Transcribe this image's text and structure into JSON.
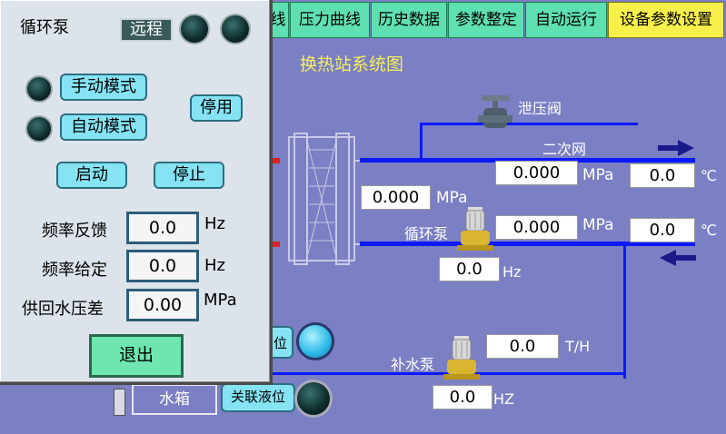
{
  "nav": {
    "tabs": [
      "线",
      "压力曲线",
      "历史数据",
      "参数整定",
      "自动运行",
      "设备参数设置"
    ]
  },
  "diagram": {
    "title": "换热站系统图",
    "relief_valve_label": "泄压阀",
    "secondary_net_label": "二次网",
    "circ_pump_label": "循环泵",
    "makeup_pump_label": "补水泵",
    "water_tank_label": "水箱",
    "level_label_partial": "位",
    "linked_level_label": "关联液位",
    "left_pressure": "0.000",
    "left_pressure_unit": "MPa",
    "supply_pressure": "0.000",
    "supply_pressure_unit": "MPa",
    "supply_temp": "0.0",
    "supply_temp_unit": "℃",
    "return_pressure": "0.000",
    "return_pressure_unit": "MPa",
    "return_temp": "0.0",
    "return_temp_unit": "℃",
    "circ_pump_freq": "0.0",
    "circ_pump_freq_unit": "Hz",
    "makeup_flow": "0.0",
    "makeup_flow_unit": "T/H",
    "makeup_freq": "0.0",
    "makeup_freq_unit": "HZ"
  },
  "panel": {
    "title": "循环泵",
    "remote_label": "远程",
    "manual_mode": "手动模式",
    "auto_mode": "自动模式",
    "disable": "停用",
    "start": "启动",
    "stop": "停止",
    "freq_feedback_label": "频率反馈",
    "freq_feedback_value": "0.0",
    "freq_feedback_unit": "Hz",
    "freq_setpoint_label": "频率给定",
    "freq_setpoint_value": "0.0",
    "freq_setpoint_unit": "Hz",
    "pressure_diff_label": "供回水压差",
    "pressure_diff_value": "0.00",
    "pressure_diff_unit": "MPa",
    "exit": "退出"
  },
  "colors": {
    "background": "#7b7fc4",
    "tab": "#5fe0b0",
    "tab_active": "#f7f04a",
    "pipe": "#0a19ff",
    "title": "#f6f05a"
  }
}
